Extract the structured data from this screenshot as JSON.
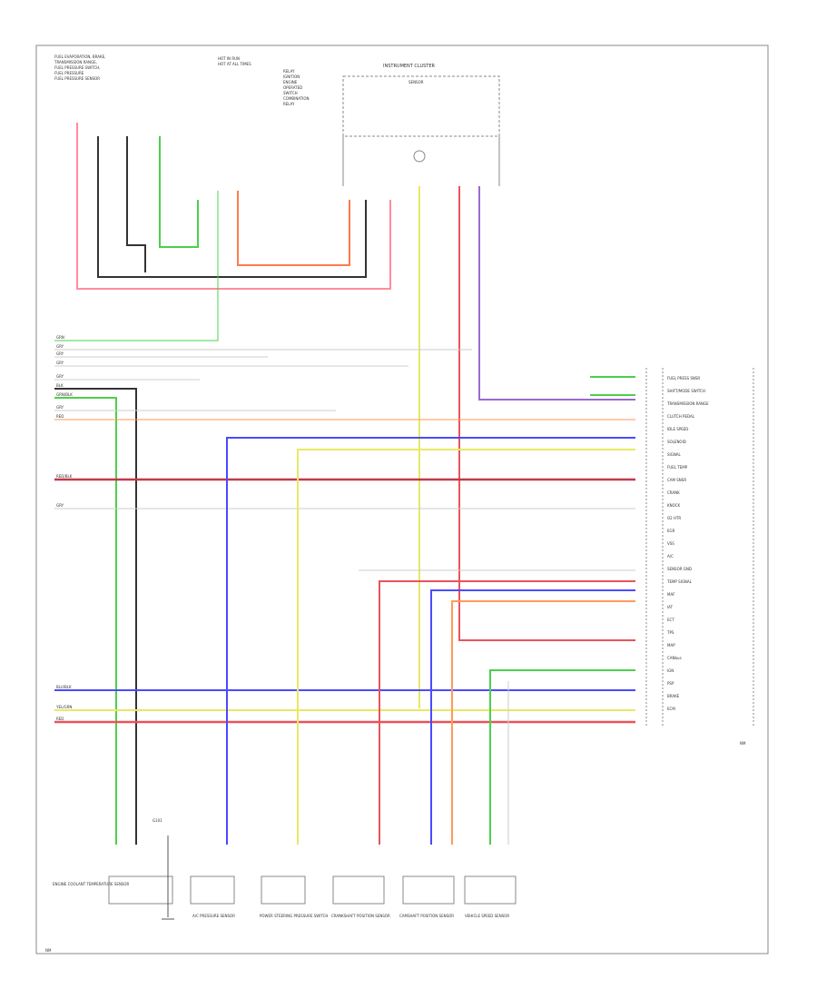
{
  "header": {
    "top_left_lines": [
      "FUEL EVAPORATION, BRAKE,",
      "TRANSMISSION RANGE,",
      "FUEL PRESSURE SWITCH,",
      "FUEL PRESSURE",
      "FUEL PRESSURE SENSOR"
    ],
    "fuse_box_lines": [
      "HOT IN RUN",
      "HOT AT ALL TIMES"
    ],
    "relay_lines": [
      "RELAY",
      "IGNITION",
      "ENGINE",
      "OPERATED",
      "SWITCH",
      "COMBINATION",
      "RELAY"
    ],
    "cluster_title": "INSTRUMENT CLUSTER",
    "cluster_sub": "SENSOR"
  },
  "left_wire_labels": [
    "GRN",
    "GRY",
    "GRY",
    "GRY",
    "GRY",
    "BLK",
    "GRN/BLK",
    "GRY",
    "RED",
    "RED/BLK",
    "GRY",
    "BLU/BLK",
    "YEL/GRN",
    "RED"
  ],
  "right_connector_labels": [
    "FUEL PRESS SNSR",
    "SHIFT/MODE SWITCH",
    "TRANSMISSION RANGE",
    "CLUTCH PEDAL",
    "IDLE SPEED",
    "SOLENOID",
    "SIGNAL",
    "FUEL TEMP",
    "CAM SNSR",
    "CRANK",
    "KNOCK",
    "O2 HTR",
    "EGR",
    "VSS",
    "A/C",
    "SENSOR GND",
    "TEMP SIGNAL",
    "MAF",
    "IAT",
    "ECT",
    "TPS",
    "MAP",
    "CANbus",
    "IGN",
    "PSP",
    "BRAKE",
    "ECM"
  ],
  "bottom_components": [
    "ENGINE COOLANT TEMPERATURE SENSOR",
    "A/C PRESSURE SENSOR",
    "POWER STEERING PRESSURE SWITCH",
    "CRANKSHAFT POSITION SENSOR",
    "CAMSHAFT POSITION SENSOR",
    "VEHICLE SPEED SENSOR"
  ],
  "ground_label": "G101",
  "footer_label": "NM",
  "colors": {
    "red": "#e8545a",
    "green": "#4bd04b",
    "blue": "#4a4aff",
    "yellow": "#e8e864",
    "orange": "#ff9a5a",
    "black": "#333333",
    "gray": "#aaaaaa",
    "purple": "#9a6ad0",
    "pink": "#ff8c9e"
  }
}
